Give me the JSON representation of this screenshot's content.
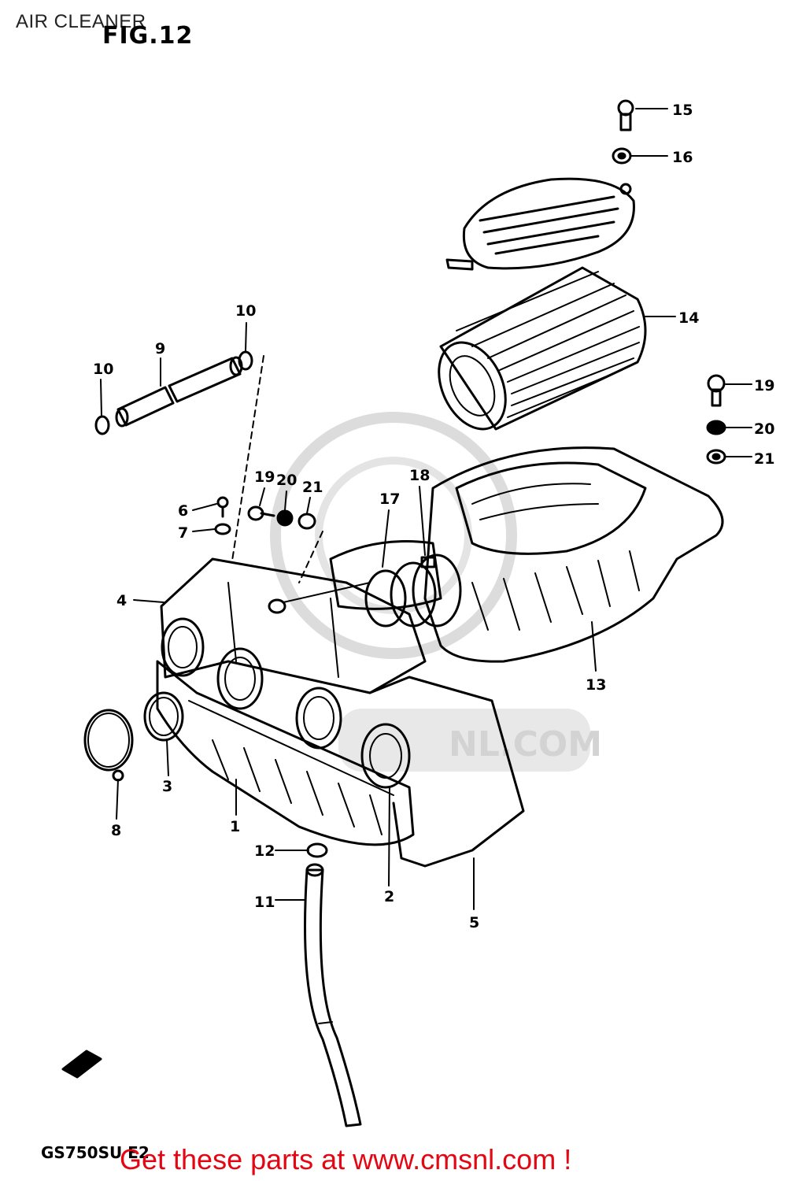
{
  "header": {
    "title": "AIR CLEANER",
    "figure": "FIG.12"
  },
  "footer": {
    "model": "GS750SU E2",
    "cta": "Get these parts at www.cmsnl.com !"
  },
  "watermark": {
    "text": "NL.COM"
  },
  "callouts": [
    "1",
    "2",
    "3",
    "4",
    "5",
    "6",
    "7",
    "8",
    "9",
    "10",
    "10",
    "11",
    "12",
    "13",
    "14",
    "15",
    "16",
    "17",
    "18",
    "19",
    "19",
    "20",
    "20",
    "21",
    "21"
  ],
  "colors": {
    "ink": "#000000",
    "watermark": "#cfcfcf",
    "cta": "#e30613"
  }
}
